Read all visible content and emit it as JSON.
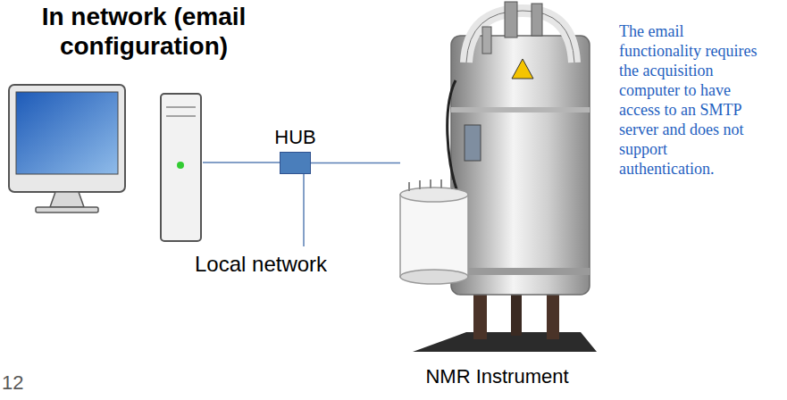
{
  "diagram": {
    "title": "In network (email configuration)",
    "nodes": [
      {
        "text": [
          "HUB"
        ]
      },
      {
        "text": [
          "NMR Instrument"
        ]
      }
    ],
    "edges": [
      {
        "from": 0,
        "to": 1,
        "arrow": "none"
      }
    ],
    "labels": [
      "Local network",
      "The email functionality requires the acquisition computer to have access to an SMTP server and does not support authentication.",
      "12"
    ]
  }
}
